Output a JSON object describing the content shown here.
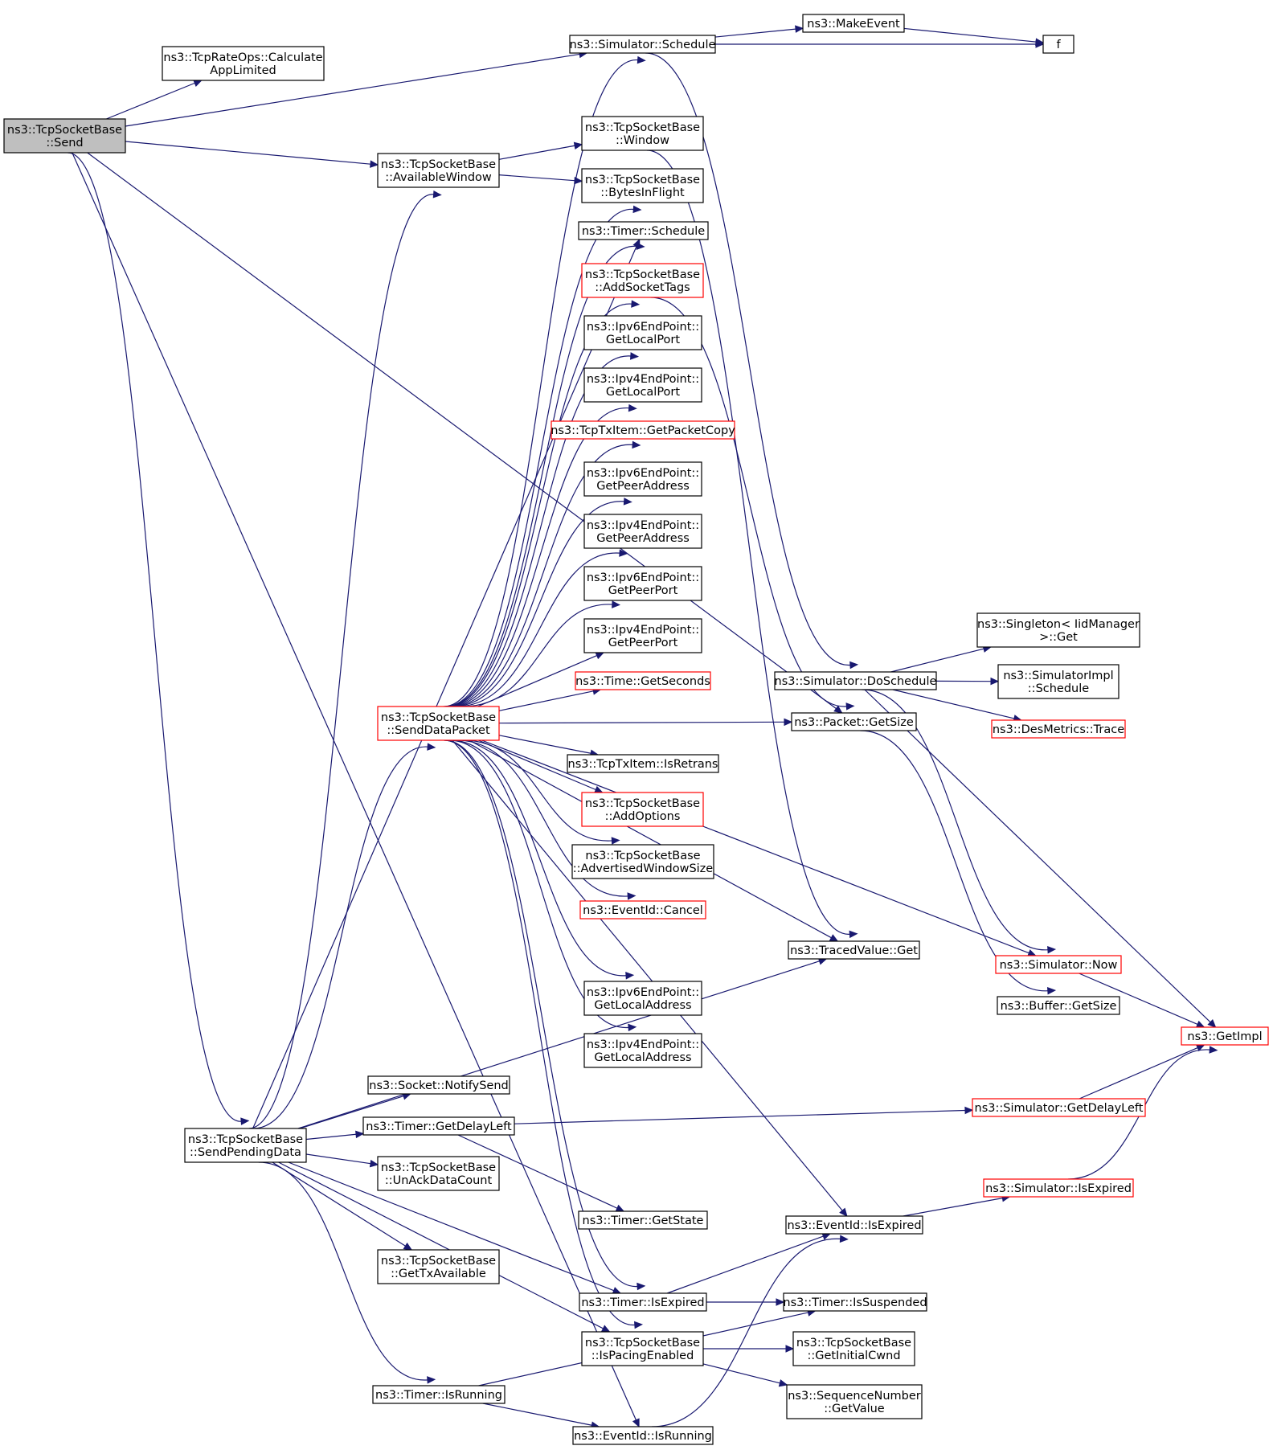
{
  "colors": {
    "edge": "#191970",
    "node_border": "#000000",
    "node_border_incomplete": "#ff0000",
    "root_fill": "#bfbfbf",
    "node_fill": "#ffffff"
  },
  "nodes": [
    {
      "id": "send",
      "lines": [
        "ns3::TcpSocketBase",
        "::Send"
      ],
      "style": "root"
    },
    {
      "id": "calcApp",
      "lines": [
        "ns3::TcpRateOps::Calculate",
        "AppLimited"
      ],
      "style": "normal"
    },
    {
      "id": "simSchedule",
      "lines": [
        "ns3::Simulator::Schedule"
      ],
      "style": "normal"
    },
    {
      "id": "makeEvent",
      "lines": [
        "ns3::MakeEvent"
      ],
      "style": "normal"
    },
    {
      "id": "f",
      "lines": [
        "f"
      ],
      "style": "normal"
    },
    {
      "id": "availWin",
      "lines": [
        "ns3::TcpSocketBase",
        "::AvailableWindow"
      ],
      "style": "normal"
    },
    {
      "id": "window",
      "lines": [
        "ns3::TcpSocketBase",
        "::Window"
      ],
      "style": "normal"
    },
    {
      "id": "bytesInFlight",
      "lines": [
        "ns3::TcpSocketBase",
        "::BytesInFlight"
      ],
      "style": "normal"
    },
    {
      "id": "timerSchedule",
      "lines": [
        "ns3::Timer::Schedule"
      ],
      "style": "normal"
    },
    {
      "id": "addSocketTags",
      "lines": [
        "ns3::TcpSocketBase",
        "::AddSocketTags"
      ],
      "style": "red"
    },
    {
      "id": "ipv6LocalPort",
      "lines": [
        "ns3::Ipv6EndPoint::",
        "GetLocalPort"
      ],
      "style": "normal"
    },
    {
      "id": "ipv4LocalPort",
      "lines": [
        "ns3::Ipv4EndPoint::",
        "GetLocalPort"
      ],
      "style": "normal"
    },
    {
      "id": "getPacketCopy",
      "lines": [
        "ns3::TcpTxItem::GetPacketCopy"
      ],
      "style": "red"
    },
    {
      "id": "ipv6PeerAddr",
      "lines": [
        "ns3::Ipv6EndPoint::",
        "GetPeerAddress"
      ],
      "style": "normal"
    },
    {
      "id": "ipv4PeerAddr",
      "lines": [
        "ns3::Ipv4EndPoint::",
        "GetPeerAddress"
      ],
      "style": "normal"
    },
    {
      "id": "ipv6PeerPort",
      "lines": [
        "ns3::Ipv6EndPoint::",
        "GetPeerPort"
      ],
      "style": "normal"
    },
    {
      "id": "ipv4PeerPort",
      "lines": [
        "ns3::Ipv4EndPoint::",
        "GetPeerPort"
      ],
      "style": "normal"
    },
    {
      "id": "getSeconds",
      "lines": [
        "ns3::Time::GetSeconds"
      ],
      "style": "red"
    },
    {
      "id": "sendDataPacket",
      "lines": [
        "ns3::TcpSocketBase",
        "::SendDataPacket"
      ],
      "style": "red"
    },
    {
      "id": "packetGetSize",
      "lines": [
        "ns3::Packet::GetSize"
      ],
      "style": "normal"
    },
    {
      "id": "isRetrans",
      "lines": [
        "ns3::TcpTxItem::IsRetrans"
      ],
      "style": "normal"
    },
    {
      "id": "addOptions",
      "lines": [
        "ns3::TcpSocketBase",
        "::AddOptions"
      ],
      "style": "red"
    },
    {
      "id": "advWin",
      "lines": [
        "ns3::TcpSocketBase",
        "::AdvertisedWindowSize"
      ],
      "style": "normal"
    },
    {
      "id": "eventCancel",
      "lines": [
        "ns3::EventId::Cancel"
      ],
      "style": "red"
    },
    {
      "id": "tracedGet",
      "lines": [
        "ns3::TracedValue::Get"
      ],
      "style": "normal"
    },
    {
      "id": "ipv6LocalAddr",
      "lines": [
        "ns3::Ipv6EndPoint::",
        "GetLocalAddress"
      ],
      "style": "normal"
    },
    {
      "id": "ipv4LocalAddr",
      "lines": [
        "ns3::Ipv4EndPoint::",
        "GetLocalAddress"
      ],
      "style": "normal"
    },
    {
      "id": "singletonGet",
      "lines": [
        "ns3::Singleton< IidManager",
        " >::Get"
      ],
      "style": "normal"
    },
    {
      "id": "doSchedule",
      "lines": [
        "ns3::Simulator::DoSchedule"
      ],
      "style": "normal"
    },
    {
      "id": "simImplSchedule",
      "lines": [
        "ns3::SimulatorImpl",
        "::Schedule"
      ],
      "style": "normal"
    },
    {
      "id": "desTrace",
      "lines": [
        "ns3::DesMetrics::Trace"
      ],
      "style": "red"
    },
    {
      "id": "simNow",
      "lines": [
        "ns3::Simulator::Now"
      ],
      "style": "red"
    },
    {
      "id": "bufferGetSize",
      "lines": [
        "ns3::Buffer::GetSize"
      ],
      "style": "normal"
    },
    {
      "id": "getImpl",
      "lines": [
        "ns3::GetImpl"
      ],
      "style": "red"
    },
    {
      "id": "notifySend",
      "lines": [
        "ns3::Socket::NotifySend"
      ],
      "style": "normal"
    },
    {
      "id": "getDelayLeft",
      "lines": [
        "ns3::Timer::GetDelayLeft"
      ],
      "style": "normal"
    },
    {
      "id": "simGetDelayLeft",
      "lines": [
        "ns3::Simulator::GetDelayLeft"
      ],
      "style": "red"
    },
    {
      "id": "sendPending",
      "lines": [
        "ns3::TcpSocketBase",
        "::SendPendingData"
      ],
      "style": "normal"
    },
    {
      "id": "unAck",
      "lines": [
        "ns3::TcpSocketBase",
        "::UnAckDataCount"
      ],
      "style": "normal"
    },
    {
      "id": "simIsExpired",
      "lines": [
        "ns3::Simulator::IsExpired"
      ],
      "style": "red"
    },
    {
      "id": "timerGetState",
      "lines": [
        "ns3::Timer::GetState"
      ],
      "style": "normal"
    },
    {
      "id": "eventIsExpired",
      "lines": [
        "ns3::EventId::IsExpired"
      ],
      "style": "normal"
    },
    {
      "id": "getTxAvail",
      "lines": [
        "ns3::TcpSocketBase",
        "::GetTxAvailable"
      ],
      "style": "normal"
    },
    {
      "id": "timerIsExpired",
      "lines": [
        "ns3::Timer::IsExpired"
      ],
      "style": "normal"
    },
    {
      "id": "timerIsSuspended",
      "lines": [
        "ns3::Timer::IsSuspended"
      ],
      "style": "normal"
    },
    {
      "id": "isPacing",
      "lines": [
        "ns3::TcpSocketBase",
        "::IsPacingEnabled"
      ],
      "style": "normal"
    },
    {
      "id": "getInitCwnd",
      "lines": [
        "ns3::TcpSocketBase",
        "::GetInitialCwnd"
      ],
      "style": "normal"
    },
    {
      "id": "seqGetValue",
      "lines": [
        "ns3::SequenceNumber",
        "::GetValue"
      ],
      "style": "normal"
    },
    {
      "id": "timerIsRunning",
      "lines": [
        "ns3::Timer::IsRunning"
      ],
      "style": "normal"
    },
    {
      "id": "eventIsRunning",
      "lines": [
        "ns3::EventId::IsRunning"
      ],
      "style": "normal"
    }
  ],
  "edges": [
    [
      "send",
      "simSchedule"
    ],
    [
      "send",
      "calcApp"
    ],
    [
      "send",
      "packetGetSize"
    ],
    [
      "send",
      "availWin"
    ],
    [
      "send",
      "sendPending"
    ],
    [
      "send",
      "eventIsRunning"
    ],
    [
      "simSchedule",
      "makeEvent"
    ],
    [
      "simSchedule",
      "f"
    ],
    [
      "simSchedule",
      "doSchedule"
    ],
    [
      "makeEvent",
      "f"
    ],
    [
      "availWin",
      "window"
    ],
    [
      "availWin",
      "bytesInFlight"
    ],
    [
      "window",
      "tracedGet"
    ],
    [
      "addSocketTags",
      "packetGetSize"
    ],
    [
      "sendDataPacket",
      "simSchedule"
    ],
    [
      "sendDataPacket",
      "bytesInFlight"
    ],
    [
      "sendDataPacket",
      "timerSchedule"
    ],
    [
      "sendDataPacket",
      "addSocketTags"
    ],
    [
      "sendDataPacket",
      "ipv6LocalPort"
    ],
    [
      "sendDataPacket",
      "ipv4LocalPort"
    ],
    [
      "sendDataPacket",
      "getPacketCopy"
    ],
    [
      "sendDataPacket",
      "ipv6PeerAddr"
    ],
    [
      "sendDataPacket",
      "ipv4PeerAddr"
    ],
    [
      "sendDataPacket",
      "ipv6PeerPort"
    ],
    [
      "sendDataPacket",
      "ipv4PeerPort"
    ],
    [
      "sendDataPacket",
      "getSeconds"
    ],
    [
      "sendDataPacket",
      "packetGetSize"
    ],
    [
      "sendDataPacket",
      "isRetrans"
    ],
    [
      "sendDataPacket",
      "addOptions"
    ],
    [
      "sendDataPacket",
      "advWin"
    ],
    [
      "sendDataPacket",
      "eventCancel"
    ],
    [
      "sendDataPacket",
      "tracedGet"
    ],
    [
      "sendDataPacket",
      "ipv6LocalAddr"
    ],
    [
      "sendDataPacket",
      "ipv4LocalAddr"
    ],
    [
      "sendDataPacket",
      "simNow"
    ],
    [
      "sendDataPacket",
      "eventIsExpired"
    ],
    [
      "sendDataPacket",
      "timerIsExpired"
    ],
    [
      "sendDataPacket",
      "isPacing"
    ],
    [
      "doSchedule",
      "singletonGet"
    ],
    [
      "doSchedule",
      "simImplSchedule"
    ],
    [
      "doSchedule",
      "desTrace"
    ],
    [
      "doSchedule",
      "simNow"
    ],
    [
      "doSchedule",
      "getImpl"
    ],
    [
      "packetGetSize",
      "bufferGetSize"
    ],
    [
      "simNow",
      "getImpl"
    ],
    [
      "simGetDelayLeft",
      "getImpl"
    ],
    [
      "simIsExpired",
      "getImpl"
    ],
    [
      "sendPending",
      "availWin"
    ],
    [
      "sendPending",
      "timerSchedule"
    ],
    [
      "sendPending",
      "sendDataPacket"
    ],
    [
      "sendPending",
      "notifySend"
    ],
    [
      "sendPending",
      "getDelayLeft"
    ],
    [
      "sendPending",
      "unAck"
    ],
    [
      "sendPending",
      "tracedGet"
    ],
    [
      "sendPending",
      "getTxAvail"
    ],
    [
      "sendPending",
      "timerIsExpired"
    ],
    [
      "sendPending",
      "isPacing"
    ],
    [
      "sendPending",
      "timerIsRunning"
    ],
    [
      "getDelayLeft",
      "simGetDelayLeft"
    ],
    [
      "getDelayLeft",
      "timerGetState"
    ],
    [
      "eventIsExpired",
      "simIsExpired"
    ],
    [
      "timerIsExpired",
      "eventIsExpired"
    ],
    [
      "timerIsExpired",
      "timerIsSuspended"
    ],
    [
      "isPacing",
      "getInitCwnd"
    ],
    [
      "isPacing",
      "seqGetValue"
    ],
    [
      "timerIsRunning",
      "eventIsRunning"
    ],
    [
      "timerIsRunning",
      "timerIsSuspended"
    ],
    [
      "eventIsRunning",
      "eventIsExpired"
    ]
  ]
}
